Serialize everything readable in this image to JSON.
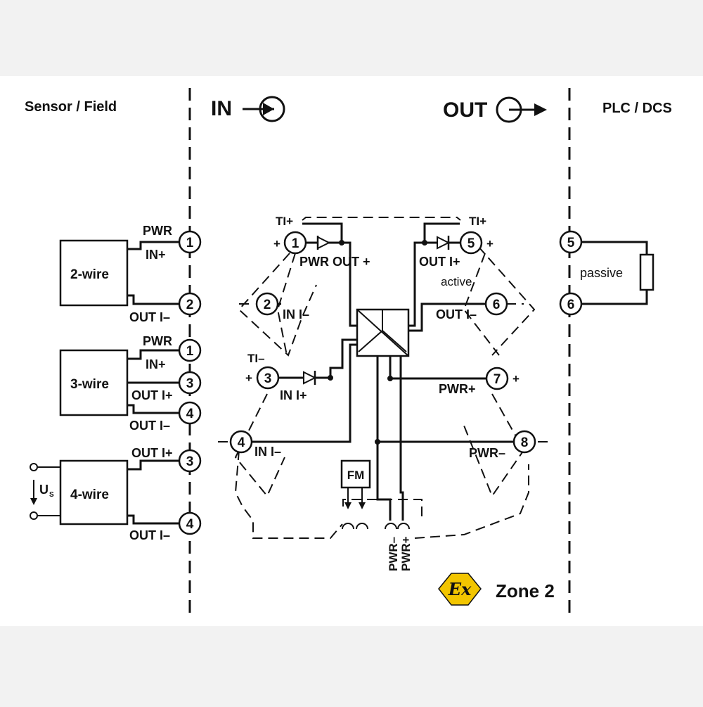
{
  "headers": {
    "sensor_field": "Sensor / Field",
    "in": "IN",
    "out": "OUT",
    "plc_dcs": "PLC / DCS"
  },
  "sensors": {
    "two_wire": {
      "label": "2-wire",
      "pwr": "PWR",
      "in_plus": "IN+",
      "out_i_minus": "OUT I–",
      "t1": "1",
      "t2": "2"
    },
    "three_wire": {
      "label": "3-wire",
      "pwr": "PWR",
      "in_plus": "IN+",
      "out_i_plus": "OUT I+",
      "out_i_minus": "OUT I–",
      "t1": "1",
      "t3": "3",
      "t4": "4"
    },
    "four_wire": {
      "label": "4-wire",
      "out_i_plus": "OUT I+",
      "out_i_minus": "OUT I–",
      "us": "U",
      "us_sub": "S",
      "t3": "3",
      "t4": "4"
    }
  },
  "module": {
    "t1": "1",
    "t2": "2",
    "t3": "3",
    "t4": "4",
    "t5": "5",
    "t6": "6",
    "t7": "7",
    "t8": "8",
    "ti_plus_left": "TI+",
    "ti_plus_right": "TI+",
    "ti_minus": "TI–",
    "plus": "+",
    "minus_sign": "+",
    "pwr_out_plus": "PWR OUT +",
    "in_i_minus_2": "IN I–",
    "in_i_plus": "IN I+",
    "in_i_minus_4": "IN I–",
    "out_i_plus": "OUT I+",
    "active": "active",
    "out_i_minus": "OUT I–",
    "pwr_plus": "PWR+",
    "pwr_minus": "PWR–",
    "fm": "FM",
    "pwr_minus_bottom": "PWR–",
    "pwr_plus_bottom": "PWR+"
  },
  "plc": {
    "t5": "5",
    "t6": "6",
    "passive": "passive"
  },
  "zone": {
    "label": "Zone 2",
    "ex_mark": "Ex"
  },
  "colors": {
    "background": "#f2f2f2",
    "panel": "#ffffff",
    "ink": "#111111",
    "ex_yellow": "#f2c500"
  }
}
